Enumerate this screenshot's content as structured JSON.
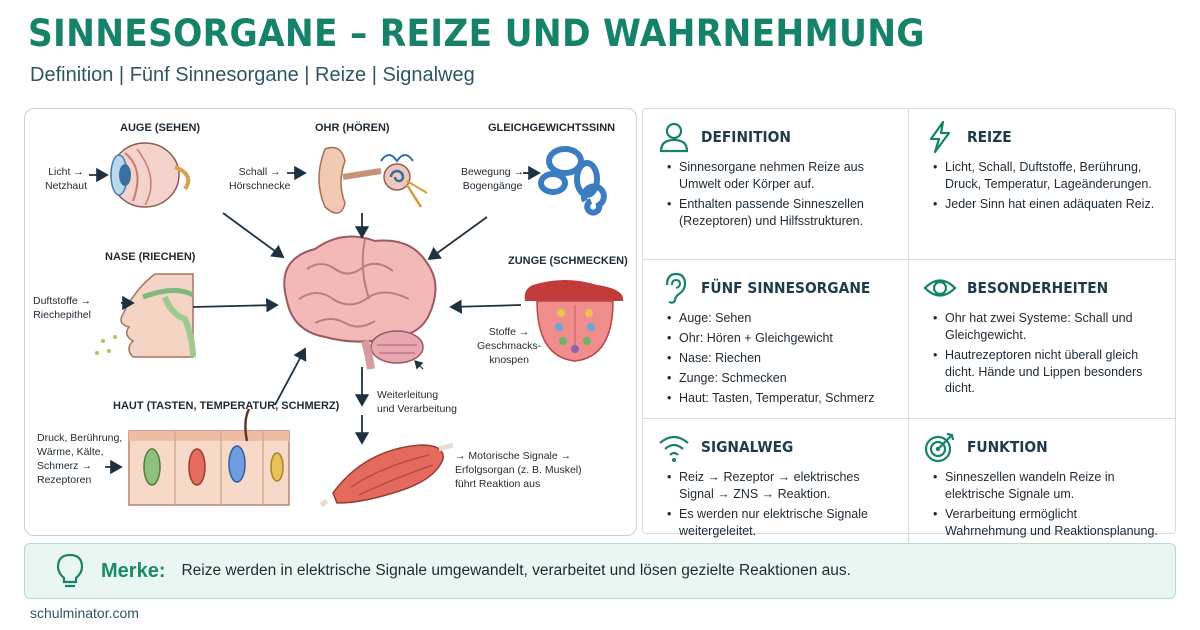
{
  "title": "SINNESORGANE – REIZE UND WAHRNEHMUNG",
  "subtitle": "Definition | Fünf Sinnesorgane | Reize | Signalweg",
  "diagram": {
    "organs": {
      "auge": "AUGE (SEHEN)",
      "ohr": "OHR (HÖREN)",
      "gleichgewicht": "GLEICHGEWICHTSSINN",
      "nase": "NASE (RIECHEN)",
      "zunge": "ZUNGE (SCHMECKEN)",
      "haut": "HAUT (TASTEN, TEMPERATUR, SCHMERZ)"
    },
    "labels": {
      "auge_reiz": "Licht →\nNetzhaut",
      "ohr_reiz": "Schall →\nHörschnecke",
      "gleich_reiz": "Bewegung →\nBogengänge",
      "nase_reiz": "Duftstoffe →\nRiechepithel",
      "zunge_reiz": "Stoffe →\nGeschmacks-\nknospen",
      "haut_reiz": "Druck, Berührung,\nWärme, Kälte,\nSchmerz →\nRezeptoren",
      "weiterleitung": "Weiterleitung\nund Verarbeitung",
      "motorik": "→ Motorische Signale →\nErfolgsorgan (z. B. Muskel)\nführt Reaktion aus"
    }
  },
  "cards": [
    {
      "title": "DEFINITION",
      "icon": "person-icon",
      "items": [
        "Sinnesorgane nehmen Reize aus Umwelt oder Körper auf.",
        "Enthalten passende Sinneszellen (Rezeptoren) und Hilfsstrukturen."
      ]
    },
    {
      "title": "REIZE",
      "icon": "lightning-icon",
      "items": [
        "Licht, Schall, Duftstoffe, Berührung, Druck, Temperatur, Lageänderungen.",
        "Jeder Sinn hat einen adäquaten Reiz."
      ]
    },
    {
      "title": "FÜNF SINNESORGANE",
      "icon": "ear-icon",
      "items": [
        "Auge: Sehen",
        "Ohr: Hören + Gleichgewicht",
        "Nase: Riechen",
        "Zunge: Schmecken",
        "Haut: Tasten, Temperatur, Schmerz"
      ]
    },
    {
      "title": "BESONDERHEITEN",
      "icon": "eye-icon",
      "items": [
        "Ohr hat zwei Systeme: Schall und Gleichgewicht.",
        "Hautrezeptoren nicht überall gleich dicht. Hände und Lippen besonders dicht."
      ]
    },
    {
      "title": "SIGNALWEG",
      "icon": "signal-icon",
      "items": [
        "Reiz → Rezeptor → elektrisches Signal → ZNS → Reaktion.",
        "Es werden nur elektrische Signale weitergeleitet."
      ]
    },
    {
      "title": "FUNKTION",
      "icon": "target-icon",
      "items": [
        "Sinneszellen wandeln Reize in elektrische Signale um.",
        "Verarbeitung ermöglicht Wahrnehmung und Reaktionsplanung."
      ]
    }
  ],
  "merke": {
    "label": "Merke:",
    "text": "Reize werden in elektrische Signale umgewandelt, verarbeitet und lösen gezielte Reaktionen aus."
  },
  "footer": "schulminator.com",
  "colors": {
    "accent": "#16826a",
    "heading": "#1e3b4a",
    "merke_bg": "#eaf6f1"
  }
}
